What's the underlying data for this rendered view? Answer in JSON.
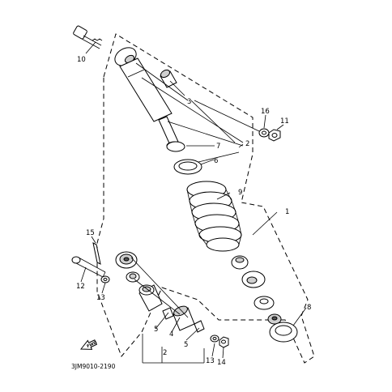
{
  "diagram": {
    "code": "3JM9010-2190",
    "fwd_label": "FWD",
    "labels": {
      "l1": "1",
      "l2a": "2",
      "l2b": "2",
      "l3": "3",
      "l4": "4",
      "l5a": "5",
      "l5b": "5",
      "l6": "6",
      "l7": "7",
      "l8": "8",
      "l9": "9",
      "l10": "10",
      "l11": "11",
      "l12": "12",
      "l13a": "13",
      "l13b": "13",
      "l14": "14",
      "l15": "15",
      "l16": "16"
    }
  }
}
